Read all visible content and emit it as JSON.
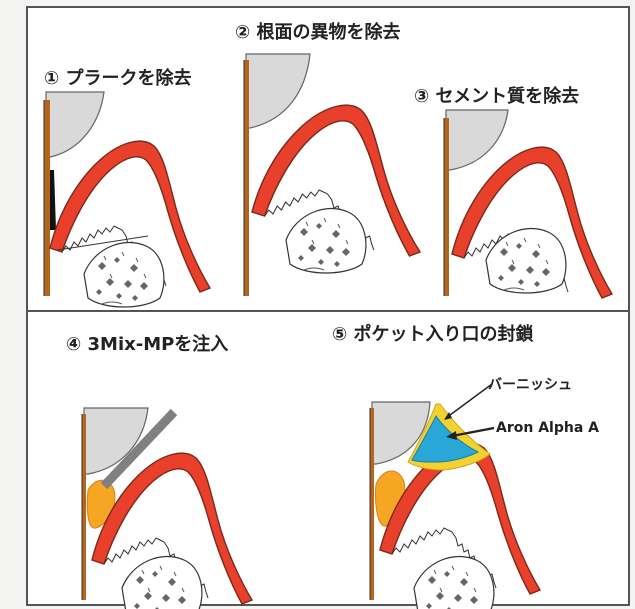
{
  "steps": {
    "step1": "① プラークを除去",
    "step2": "② 根面の異物を除去",
    "step3": "③ セメント質を除去",
    "step4": "④ 3Mix-MPを注入",
    "step5": "⑤ ポケット入り口の封鎖"
  },
  "callouts": {
    "varnish": "バーニッシュ",
    "aron_alpha": "Aron Alpha A"
  },
  "colors": {
    "gingiva_red": "#e8402a",
    "gingiva_outline": "#7a2a1c",
    "crown_gray": "#d9d9d9",
    "root_brown": "#b5651d",
    "calculus_black": "#111111",
    "bone_dot": "#666666",
    "instrument_gray": "#808080",
    "medicament_orange": "#f5a623",
    "varnish_yellow": "#f2d230",
    "aron_alpha_blue": "#29a7d6"
  },
  "icons": {
    "arrow": "arrow-icon"
  }
}
